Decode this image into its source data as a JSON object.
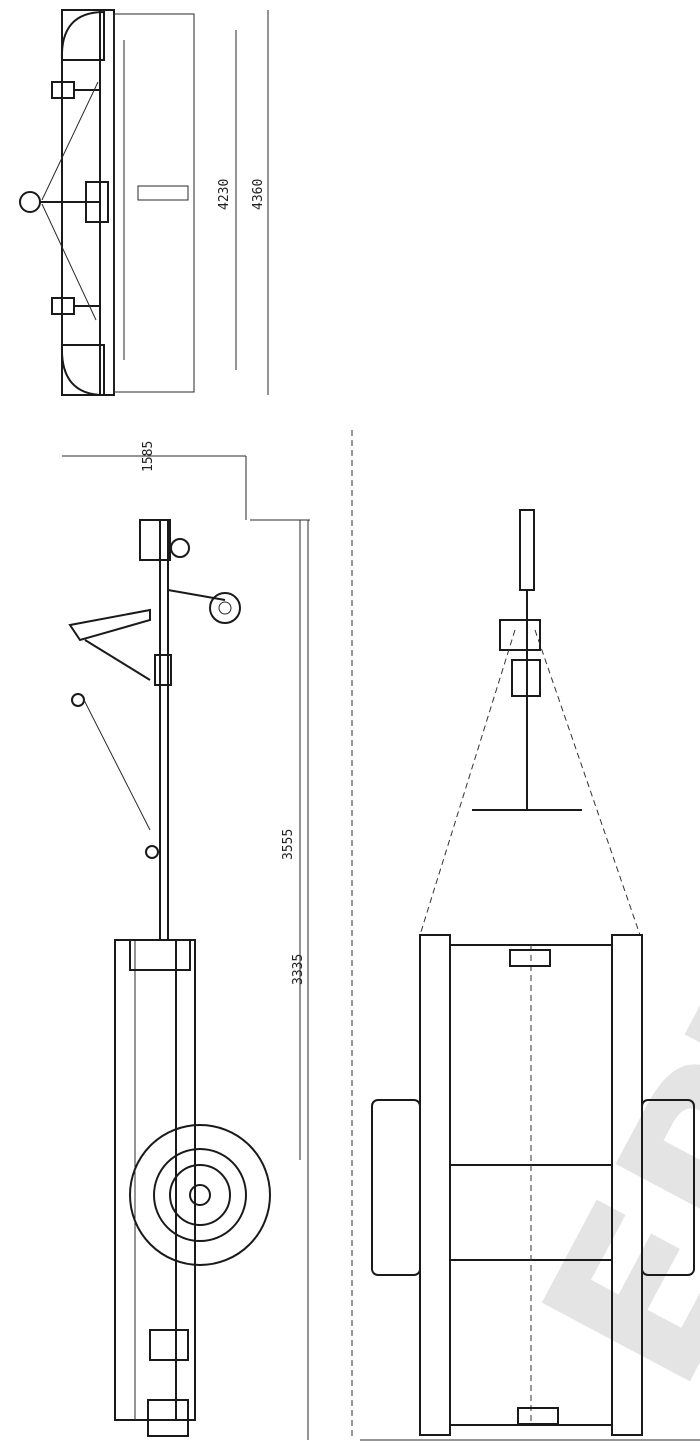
{
  "drawing": {
    "dimensions": {
      "top_overall_1": "4230",
      "top_overall_2": "4360",
      "side_height": "1585",
      "side_length_1": "3555",
      "side_length_2": "3335"
    },
    "watermark": "ERTAUTO"
  }
}
